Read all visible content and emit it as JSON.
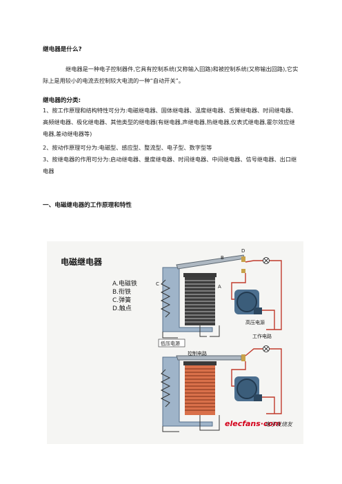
{
  "doc": {
    "title": "继电器是什么?",
    "intro": "继电器是一种电子控制器件,它具有控制系统(又称输入回路)和被控制系统(又称输出回路),它实际上是用较小的电流去控制较大电流的一种“自动开关”。",
    "classification_heading": "继电器的分类:",
    "item1": "1、按工作原理和结构特性可分为:电磁继电器、固体继电器、温度继电器、舌簧继电器、时间继电器、高频继电器、极化继电器、其他类型的继电器(有继电器,声继电器,热继电器,仪表式继电器,霍尔效应继电器,差动继电器等)",
    "item2": "2、按动作原理可分为:电磁型、感应型、整流型、电子型、数字型等",
    "item3": "3、按继电器的作用可分为:启动继电器、量度继电器、时间继电器、中间继电器、信号继电器、出口继电器",
    "section1_heading": "一、电磁继电器的工作原理和特性"
  },
  "figure": {
    "title": "电磁继电器",
    "legend": [
      "A.电磁铁",
      "B.衔铁",
      "C.弹簧",
      "D.触点"
    ],
    "label_A": "A",
    "label_B": "B",
    "label_C": "C",
    "label_D": "D",
    "label_low_power": "低压电源",
    "label_control_circuit": "控制电路",
    "label_high_power": "高压电源",
    "label_work_circuit": "工作电路",
    "watermark_site": "elecfans·com",
    "watermark_cn": "电子发烧友",
    "colors": {
      "wire_red": "#c0392b",
      "coil_dark": "#3d3d3d",
      "coil_active": "#d9704a",
      "motor_blue": "#3b5d7a",
      "frame_blue": "#9fb4c9"
    }
  }
}
